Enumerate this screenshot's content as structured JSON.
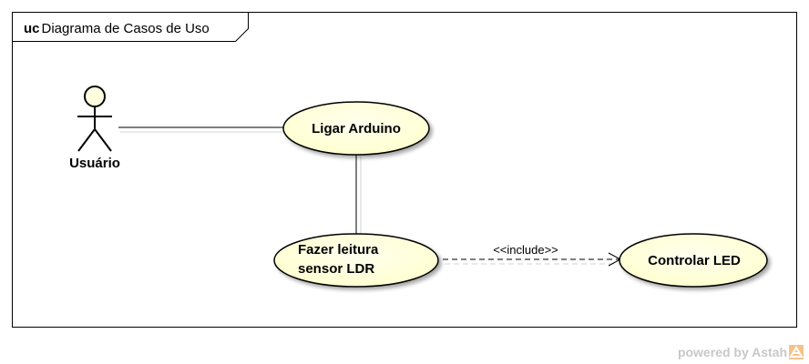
{
  "diagram": {
    "frame_keyword": "uc",
    "frame_name": "Diagrama de Casos de Uso",
    "actor": {
      "name": "Usuário"
    },
    "use_cases": [
      {
        "id": "ligar",
        "lines": [
          "Ligar Arduino"
        ]
      },
      {
        "id": "leitura",
        "lines": [
          "Fazer leitura",
          "sensor LDR"
        ]
      },
      {
        "id": "led",
        "lines": [
          "Controlar LED"
        ]
      }
    ],
    "relations": [
      {
        "type": "association",
        "from": "actor",
        "to": "ligar"
      },
      {
        "type": "association",
        "from": "ligar",
        "to": "leitura"
      },
      {
        "type": "include",
        "from": "leitura",
        "to": "led",
        "label": "<<include>>"
      }
    ],
    "colors": {
      "use_case_fill": "#ffffe0",
      "actor_fill": "#ffffe0",
      "stroke": "#000000",
      "frame_stroke": "#000000"
    }
  },
  "footer": {
    "text": "powered by Astah",
    "logo_icon": "astah-logo-icon"
  }
}
